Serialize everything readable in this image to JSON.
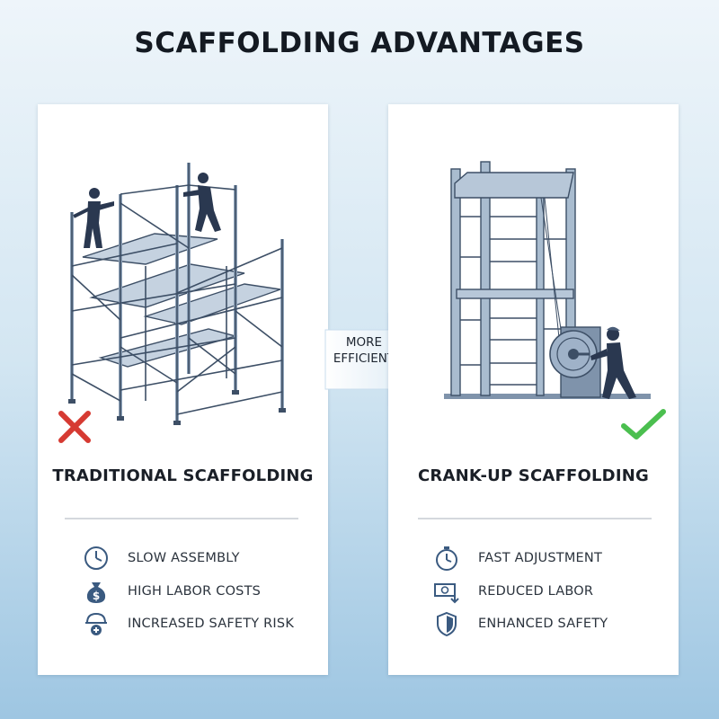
{
  "title": "SCAFFOLDING ADVANTAGES",
  "connector": {
    "line1": "MORE",
    "line2": "EFFICIENT"
  },
  "left_card": {
    "heading": "TRADITIONAL SCAFFOLDING",
    "features": [
      {
        "icon": "clock-icon",
        "label": "SLOW ASSEMBLY"
      },
      {
        "icon": "money-bag-icon",
        "label": "HIGH LABOR COSTS"
      },
      {
        "icon": "hardhat-warning-icon",
        "label": "INCREASED SAFETY RISK"
      }
    ],
    "status_icon": "red-x-icon"
  },
  "right_card": {
    "heading": "CRANK-UP SCAFFOLDING",
    "features": [
      {
        "icon": "stopwatch-icon",
        "label": "FAST ADJUSTMENT"
      },
      {
        "icon": "cash-down-icon",
        "label": "REDUCED LABOR"
      },
      {
        "icon": "shield-icon",
        "label": "ENHANCED SAFETY"
      }
    ],
    "status_icon": "green-check-icon"
  },
  "colors": {
    "steel": "#9fb2c8",
    "steel_dark": "#3d4f66",
    "worker": "#2a3850",
    "x_mark": "#d63a32",
    "check_mark": "#4bbf4f"
  }
}
